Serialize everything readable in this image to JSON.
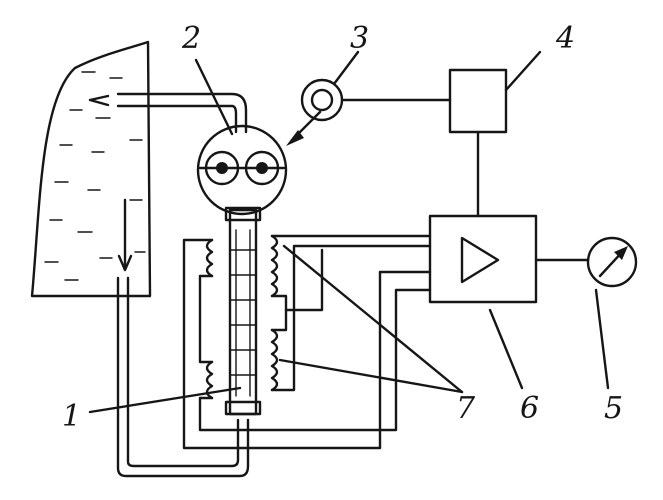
{
  "labels": {
    "l1": "1",
    "l2": "2",
    "l3": "3",
    "l4": "4",
    "l5": "5",
    "l6": "6",
    "l7": "7"
  },
  "colors": {
    "ink": "#161616",
    "paper": "#ffffff"
  },
  "icons": {
    "amplifier": "triangle-icon",
    "meter": "gauge-icon",
    "generator": "double-circle-icon"
  }
}
